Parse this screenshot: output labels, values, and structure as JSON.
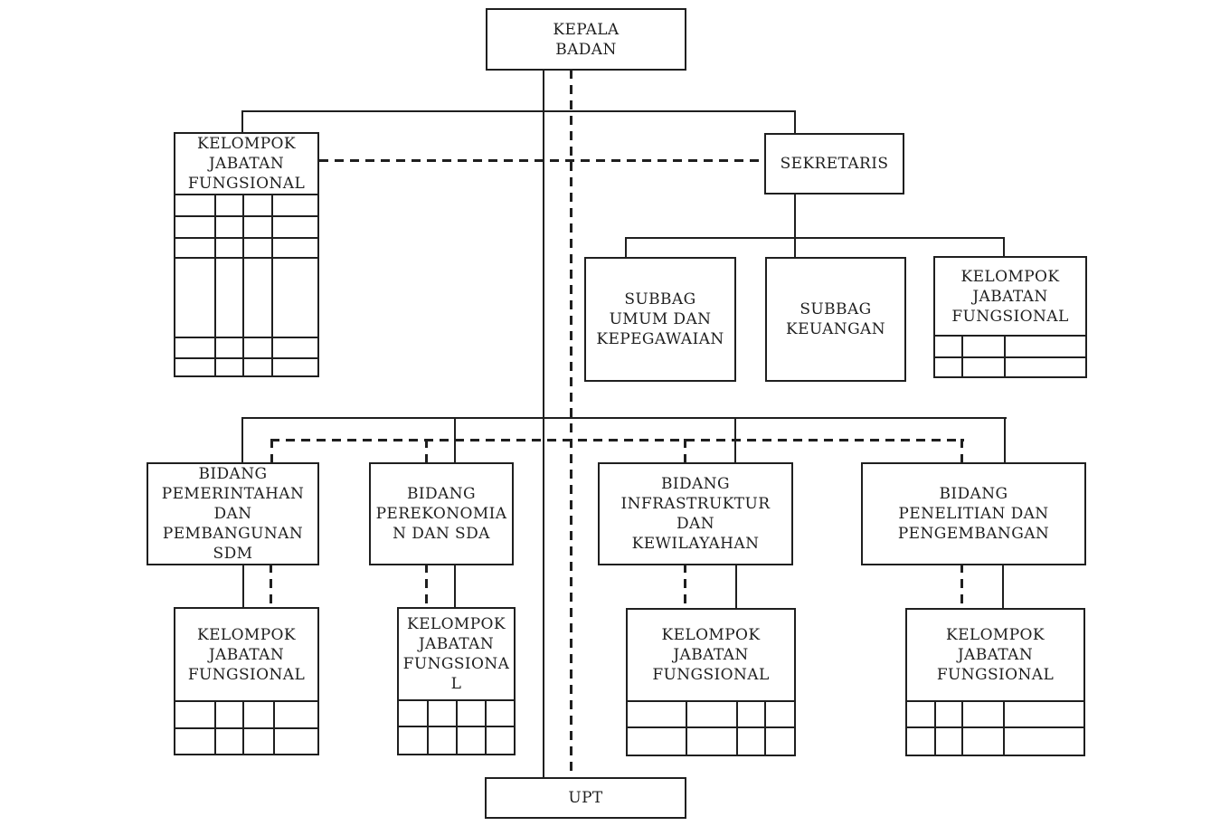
{
  "colors": {
    "background": "#ffffff",
    "line": "#1f1f1f",
    "text": "#1f1f1f"
  },
  "nodes": {
    "kepala_badan": {
      "label": "KEPALA\nBADAN"
    },
    "kelompok_fungsional_top": {
      "label": "KELOMPOK\nJABATAN\nFUNGSIONAL"
    },
    "sekretaris": {
      "label": "SEKRETARIS"
    },
    "subbag_umum": {
      "label": "SUBBAG\nUMUM DAN\nKEPEGAWAIAN"
    },
    "subbag_keuangan": {
      "label": "SUBBAG\nKEUANGAN"
    },
    "kelompok_fungsional_sekretariat": {
      "label": "KELOMPOK\nJABATAN\nFUNGSIONAL"
    },
    "bidang_pemerintahan": {
      "label": "BIDANG\nPEMERINTAHAN\nDAN\nPEMBANGUNAN\nSDM"
    },
    "bidang_perekonomian": {
      "label": "BIDANG\nPEREKONOMIA\nN DAN SDA"
    },
    "bidang_infrastruktur": {
      "label": "BIDANG\nINFRASTRUKTUR DAN\nKEWILAYAHAN"
    },
    "bidang_penelitian": {
      "label": "BIDANG\nPENELITIAN DAN\nPENGEMBANGAN"
    },
    "kelompok_fungsional_bidang1": {
      "label": "KELOMPOK\nJABATAN\nFUNGSIONAL"
    },
    "kelompok_fungsional_bidang2": {
      "label": "KELOMPOK\nJABATAN\nFUNGSIONA\nL"
    },
    "kelompok_fungsional_bidang3": {
      "label": "KELOMPOK\nJABATAN\nFUNGSIONAL"
    },
    "kelompok_fungsional_bidang4": {
      "label": "KELOMPOK\nJABATAN\nFUNGSIONAL"
    },
    "upt": {
      "label": "UPT"
    }
  }
}
